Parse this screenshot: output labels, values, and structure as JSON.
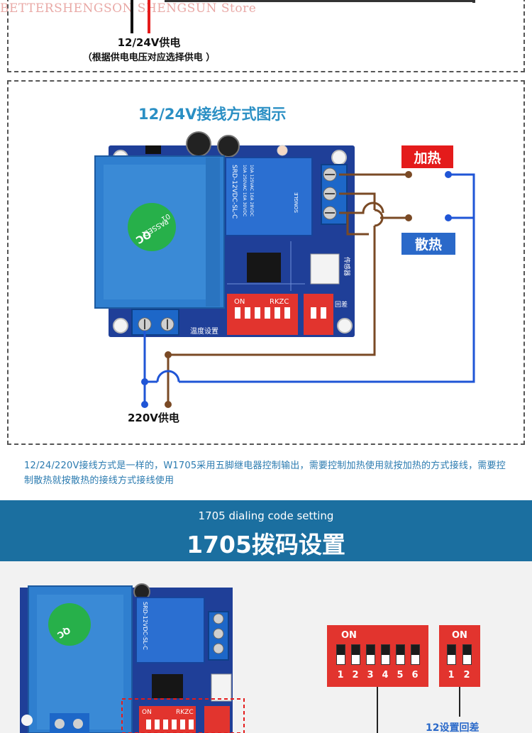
{
  "watermark": "BETTERSHENGSON SHENGSUN Store",
  "top_section": {
    "supply_label": "12/24V供电",
    "supply_note": "（根据供电电压对应选择供电 ）"
  },
  "wiring": {
    "title": "12/24V接线方式图示",
    "heat_label": "加热",
    "cool_label": "散热",
    "supply_label": "220V供电"
  },
  "board": {
    "transformer_stamp_1": "QC",
    "transformer_stamp_2": "PASSED",
    "transformer_stamp_3": "01",
    "relay_model": "SRD-12VDC-SL-C",
    "relay_spec_1": "10A 250VAC 10A 30VDC",
    "relay_spec_2": "10A 125VAC 10A 28VDC",
    "relay_brand": "SONGLE",
    "dip_brand": "RKZC",
    "dip_on": "ON",
    "temp_set_label": "温度设置",
    "hysteresis_label": "回差",
    "sensor_label": "传感器"
  },
  "description": "12/24/220V接线方式是一样的，W1705采用五脚继电器控制输出，需要控制加热使用就按加热的方式接线，需要控制散热就按散热的接线方式接线使用",
  "banner": {
    "subtitle": "1705 dialing code setting",
    "title": "1705拨码设置"
  },
  "dip_setting": {
    "switch6": {
      "on_label": "ON",
      "numbers": [
        "1",
        "2",
        "3",
        "4",
        "5",
        "6"
      ]
    },
    "switch2": {
      "on_label": "ON",
      "numbers": [
        "1",
        "2"
      ]
    },
    "caption_12": "12设置回差"
  },
  "colors": {
    "heat": "#e41b1b",
    "cool": "#2a69c9",
    "wire_brown": "#7a4a25",
    "wire_blue": "#1f55d6",
    "banner": "#1b6fa0",
    "title_blue": "#2a8fc4"
  }
}
